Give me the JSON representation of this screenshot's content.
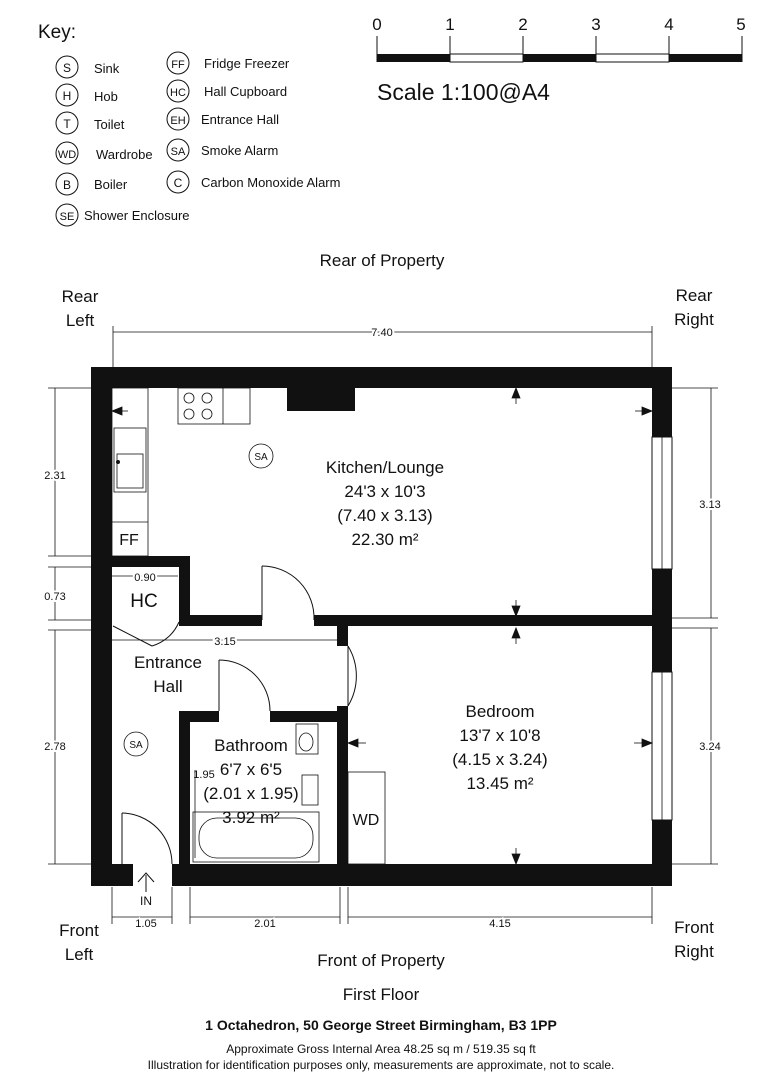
{
  "key": {
    "title": "Key:",
    "items": [
      {
        "code": "S",
        "label": "Sink"
      },
      {
        "code": "H",
        "label": "Hob"
      },
      {
        "code": "T",
        "label": "Toilet"
      },
      {
        "code": "WD",
        "label": "Wardrobe"
      },
      {
        "code": "B",
        "label": "Boiler"
      },
      {
        "code": "SE",
        "label": "Shower Enclosure"
      },
      {
        "code": "FF",
        "label": "Fridge Freezer"
      },
      {
        "code": "HC",
        "label": "Hall Cupboard"
      },
      {
        "code": "EH",
        "label": "Entrance Hall"
      },
      {
        "code": "SA",
        "label": "Smoke Alarm"
      },
      {
        "code": "C",
        "label": "Carbon Monoxide Alarm"
      }
    ]
  },
  "scale": {
    "ticks": [
      "0",
      "1",
      "2",
      "3",
      "4",
      "5"
    ],
    "label": "Scale 1:100@A4"
  },
  "orientation": {
    "rear": "Rear of Property",
    "front": "Front of Property",
    "rear_left": [
      "Rear",
      "Left"
    ],
    "rear_right": [
      "Rear",
      "Right"
    ],
    "front_left": [
      "Front",
      "Left"
    ],
    "front_right": [
      "Front",
      "Right"
    ]
  },
  "dimensions": {
    "top_width": "7.40",
    "left_kitchen": "2.31",
    "left_hc": "0.73",
    "left_lower": "2.78",
    "right_kitchen": "3.13",
    "right_bedroom": "3.24",
    "hc_width": "0.90",
    "hall_width": "3.15",
    "bottom_entrance": "1.05",
    "bottom_bathroom": "2.01",
    "bottom_bedroom": "4.15",
    "bath_height": "1.95"
  },
  "rooms": {
    "kitchen": [
      "Kitchen/Lounge",
      "24'3 x 10'3",
      "(7.40 x 3.13)",
      "22.30 m²"
    ],
    "bedroom": [
      "Bedroom",
      "13'7 x 10'8",
      "(4.15 x 3.24)",
      "13.45 m²"
    ],
    "bathroom": [
      "Bathroom",
      "6'7 x 6'5",
      "(2.01 x 1.95)",
      "3.92 m²"
    ],
    "hall": [
      "Entrance",
      "Hall"
    ]
  },
  "fixtures": {
    "ff": "FF",
    "hc": "HC",
    "wd": "WD",
    "sa": "SA",
    "in": "IN"
  },
  "footer": {
    "floor": "First Floor",
    "address": "1 Octahedron, 50 George Street Birmingham, B3 1PP",
    "area": "Approximate Gross Internal Area 48.25 sq m / 519.35 sq ft",
    "disclaimer": "Illustration for identification purposes only, measurements are approximate, not to scale."
  }
}
